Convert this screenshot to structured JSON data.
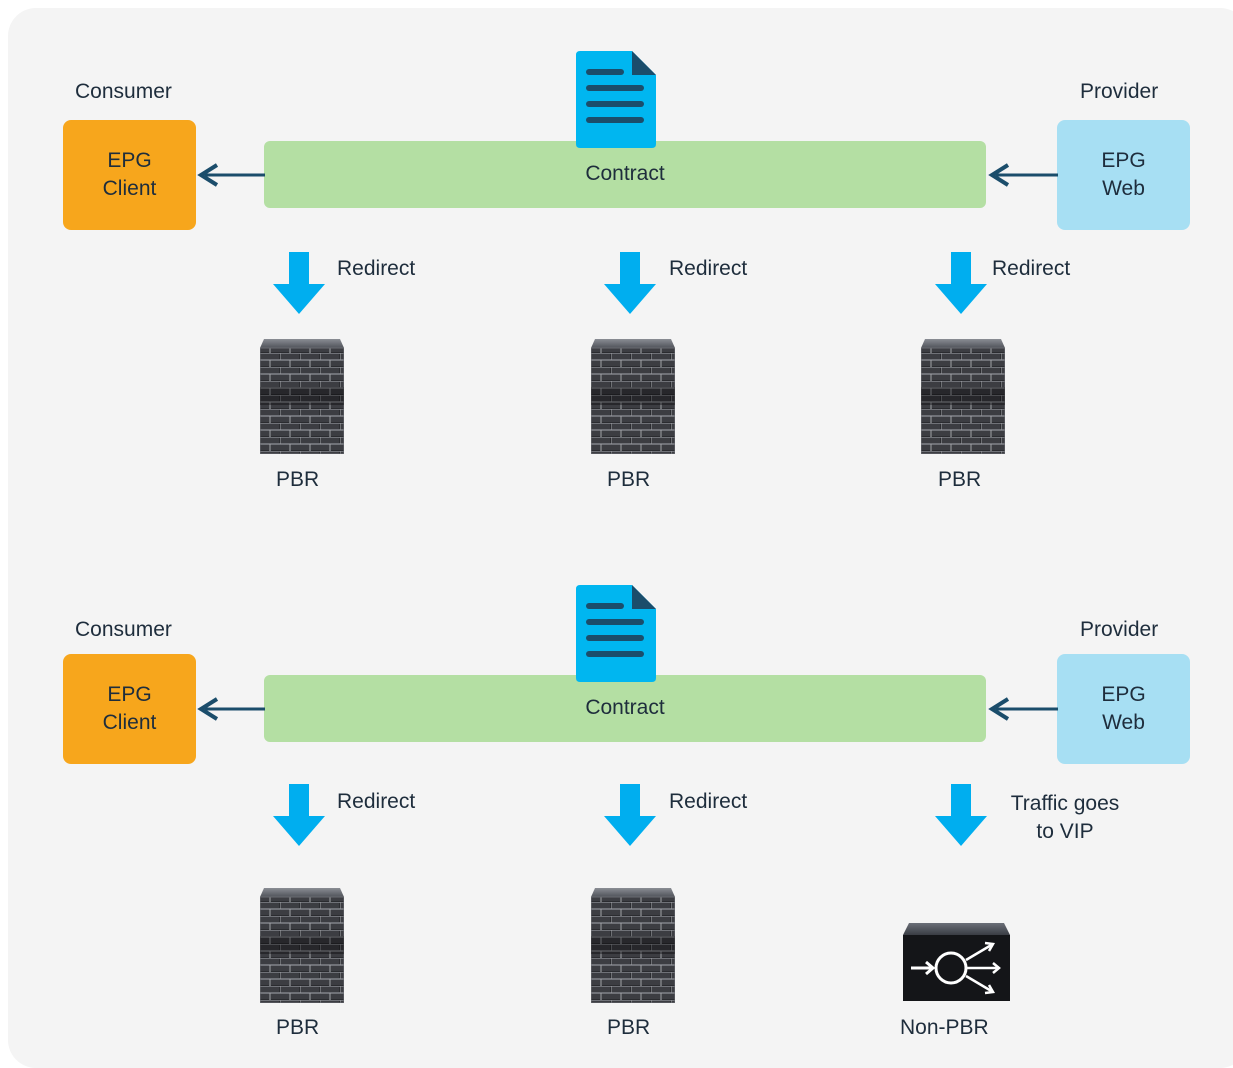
{
  "diagrams": [
    {
      "consumer_label": "Consumer",
      "provider_label": "Provider",
      "consumer_epg": [
        "EPG",
        "Client"
      ],
      "provider_epg": [
        "EPG",
        "Web"
      ],
      "contract_label": "Contract",
      "steps": [
        {
          "arrow_label": "Redirect",
          "node_label": "PBR",
          "node_icon": "firewall-icon"
        },
        {
          "arrow_label": "Redirect",
          "node_label": "PBR",
          "node_icon": "firewall-icon"
        },
        {
          "arrow_label": "Redirect",
          "node_label": "PBR",
          "node_icon": "firewall-icon"
        }
      ]
    },
    {
      "consumer_label": "Consumer",
      "provider_label": "Provider",
      "consumer_epg": [
        "EPG",
        "Client"
      ],
      "provider_epg": [
        "EPG",
        "Web"
      ],
      "contract_label": "Contract",
      "steps": [
        {
          "arrow_label": "Redirect",
          "node_label": "PBR",
          "node_icon": "firewall-icon"
        },
        {
          "arrow_label": "Redirect",
          "node_label": "PBR",
          "node_icon": "firewall-icon"
        },
        {
          "arrow_label": "Traffic goes to VIP",
          "node_label": "Non-PBR",
          "node_icon": "load-balancer-icon"
        }
      ]
    }
  ],
  "colors": {
    "consumer_epg": "#f7a61c",
    "provider_epg": "#a7dff3",
    "contract_bar": "#b4dfa3",
    "arrow": "#00aeef",
    "connector": "#1b4d6b",
    "document": "#00b6f0"
  }
}
